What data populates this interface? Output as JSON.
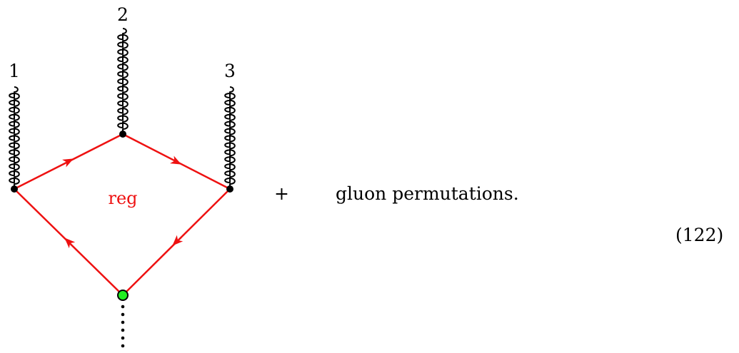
{
  "diagram": {
    "gluon_labels": [
      "1",
      "2",
      "3"
    ],
    "loop_label": "reg",
    "plus": "+",
    "permutations_text": "gluon permutations.",
    "equation_number": "(122)"
  },
  "colors": {
    "fermion_line": "#ee1111",
    "gluon": "#000000",
    "vertex": "#000000",
    "green_vertex": "#22ee22",
    "reg_text": "#ee1111"
  }
}
